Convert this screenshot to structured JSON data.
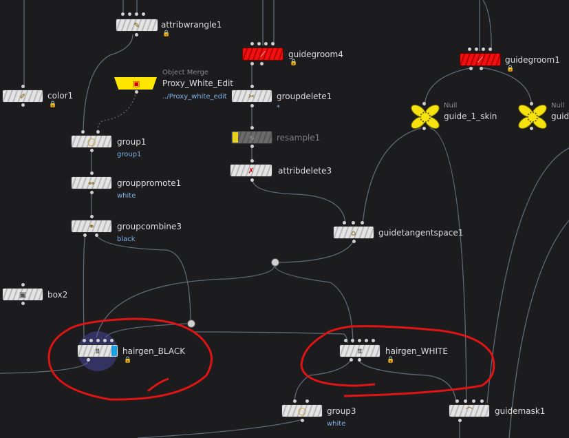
{
  "nodes": {
    "attribwrangle1": {
      "label": "attribwrangle1"
    },
    "color1": {
      "label": "color1"
    },
    "object_merge": {
      "type_label": "Object Merge",
      "label": "Proxy_White_Edit",
      "path": "../Proxy_white_edit"
    },
    "guidegroom4": {
      "label": "guidegroom4"
    },
    "groupdelete1": {
      "label": "groupdelete1",
      "sub": "*"
    },
    "resample1": {
      "label": "resample1"
    },
    "attribdelete3": {
      "label": "attribdelete3"
    },
    "guidegroom1": {
      "label": "guidegroom1"
    },
    "guide_1_skin": {
      "type_label": "Null",
      "label": "guide_1_skin"
    },
    "guide_2": {
      "type_label": "Null",
      "label": "guid"
    },
    "group1": {
      "label": "group1",
      "sub": "group1"
    },
    "grouppromote1": {
      "label": "grouppromote1",
      "sub": "white"
    },
    "groupcombine3": {
      "label": "groupcombine3",
      "sub": "black"
    },
    "guidetangentspace1": {
      "label": "guidetangentspace1"
    },
    "box2": {
      "label": "box2"
    },
    "hairgen_black": {
      "label": "hairgen_BLACK"
    },
    "hairgen_white": {
      "label": "hairgen_WHITE"
    },
    "group3": {
      "label": "group3",
      "sub": "white"
    },
    "guidemask1": {
      "label": "guidemask1"
    }
  },
  "colors": {
    "background": "#1c1c1e",
    "wire": "#5f6a76",
    "annotation_red": "#e01414",
    "subtext_blue": "#7fb0e8"
  },
  "icons": {
    "lock": "lock-icon",
    "wrangle": "wrangle-icon",
    "groom": "groom-icon",
    "merge": "object-merge-icon",
    "hair": "hairgen-icon"
  }
}
